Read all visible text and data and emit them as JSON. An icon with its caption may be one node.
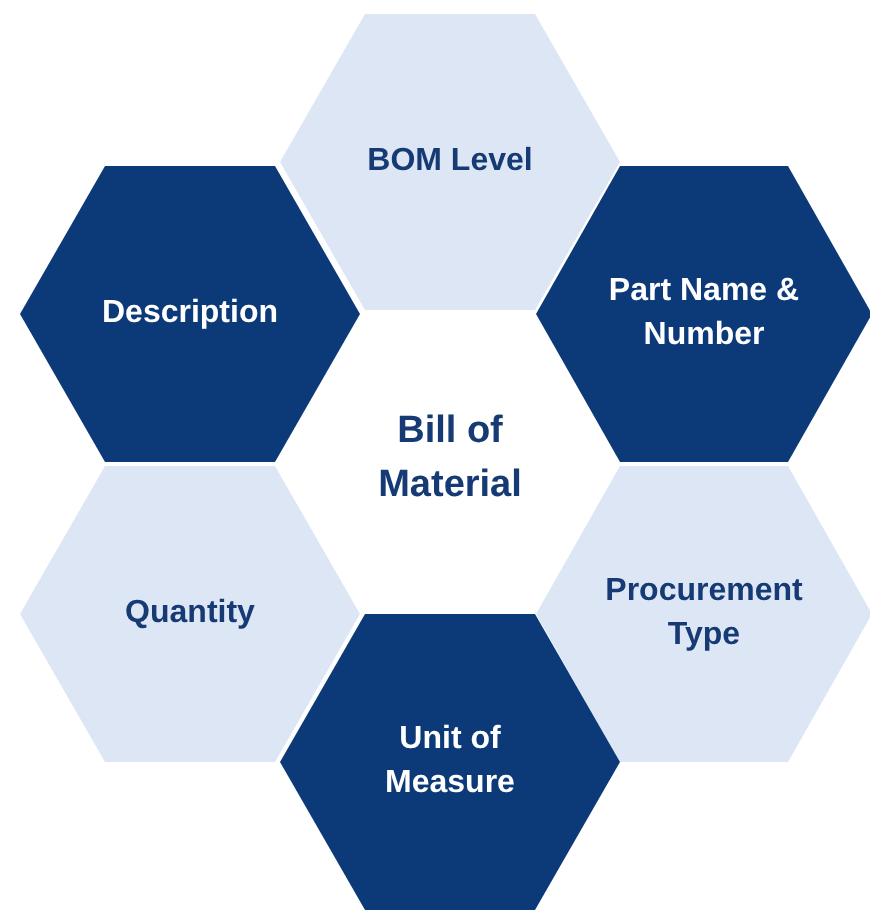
{
  "diagram": {
    "nodes": [
      {
        "text": [
          "Bill of Material"
        ]
      },
      {
        "text": [
          "BOM Level"
        ]
      },
      {
        "text": [
          "Description"
        ]
      },
      {
        "text": [
          "Part Name & Number"
        ]
      },
      {
        "text": [
          "Quantity"
        ]
      },
      {
        "text": [
          "Procurement Type"
        ]
      },
      {
        "text": [
          "Unit of Measure"
        ]
      }
    ]
  }
}
